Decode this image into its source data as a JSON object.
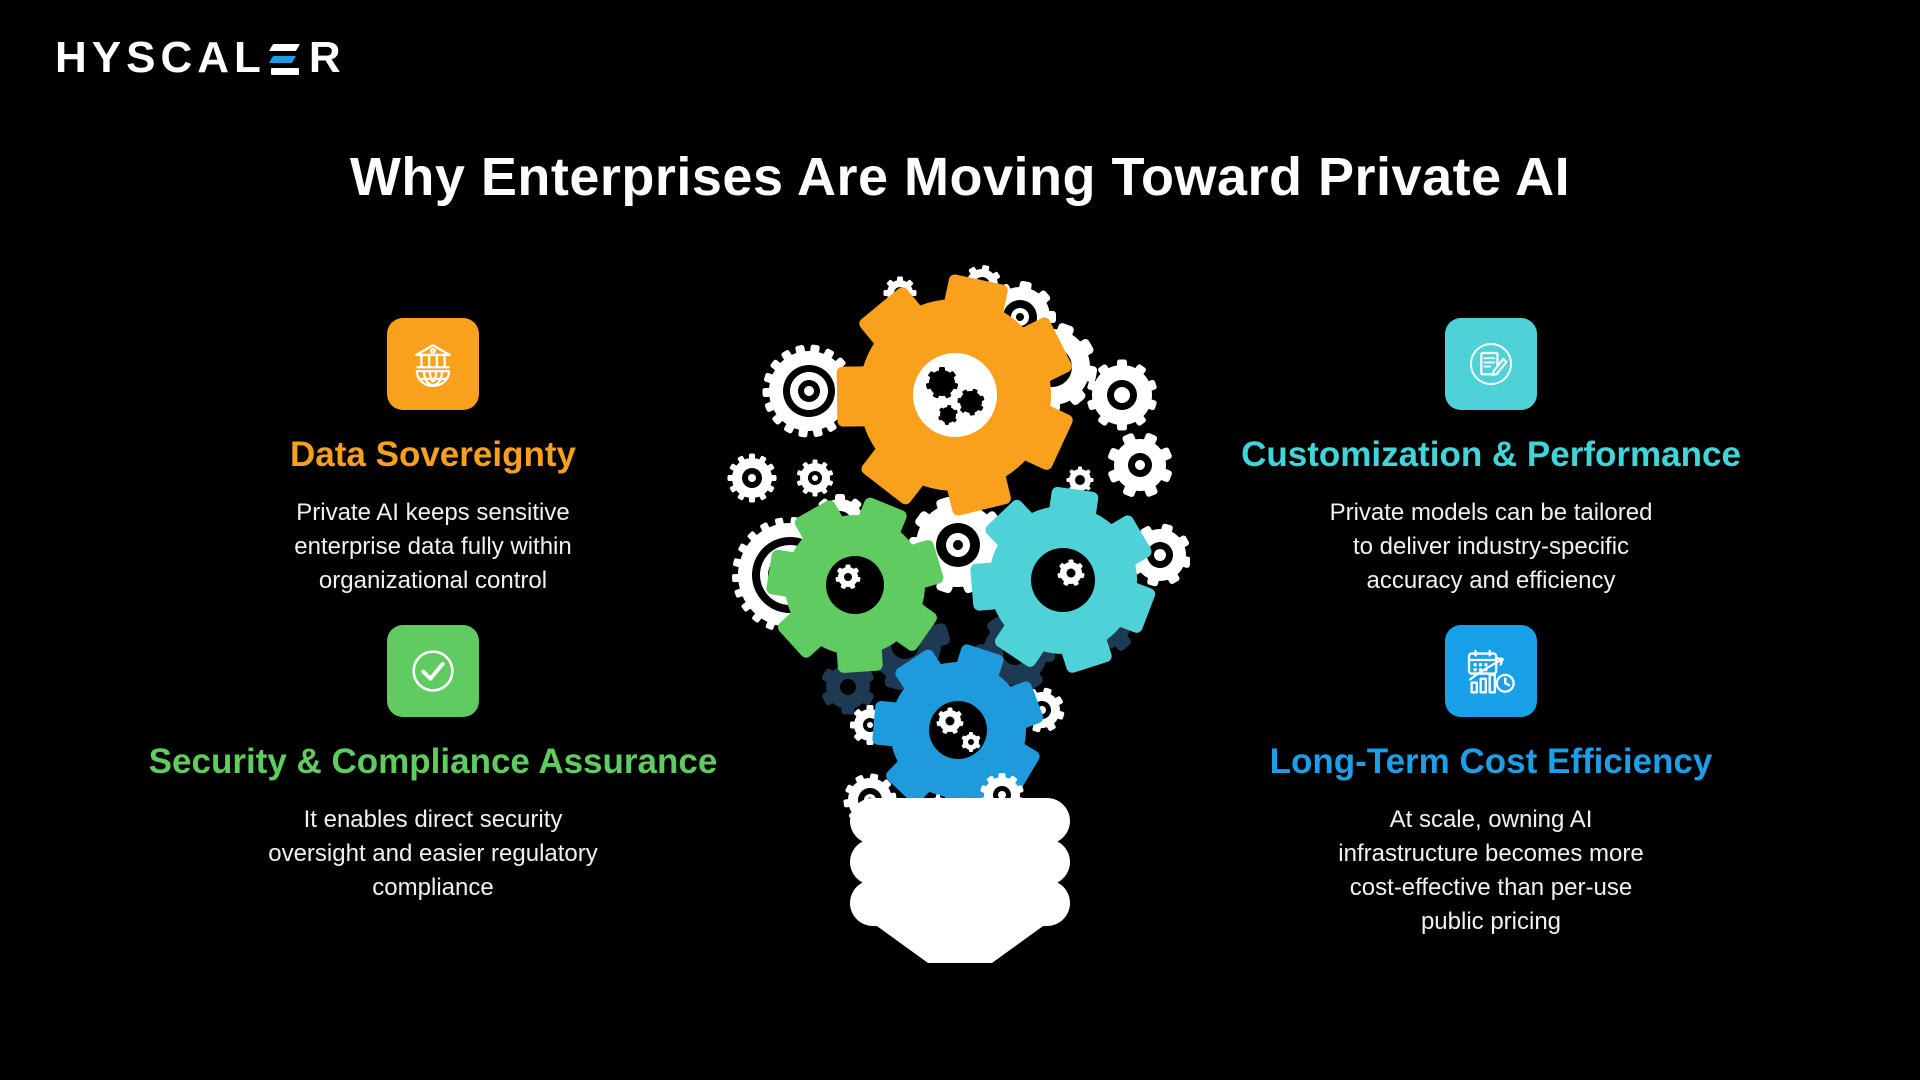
{
  "brand": {
    "name": "HYSCALER",
    "logo_text_left": "HYSCAL",
    "logo_text_right": "R",
    "logo_accent_color": "#1B9CE5"
  },
  "title": "Why Enterprises Are Moving Toward Private AI",
  "cards": [
    {
      "heading": "Data Sovereignty",
      "body": "Private AI keeps sensitive\nenterprise data fully within\norganizational control",
      "accent": "#F9A11C",
      "icon": "bank-globe-icon"
    },
    {
      "heading": "Security & Compliance Assurance",
      "body": "It enables direct security\noversight and easier regulatory\ncompliance",
      "accent": "#5ECC5E",
      "icon": "check-circle-icon"
    },
    {
      "heading": "Customization & Performance",
      "body": "Private models can be tailored\nto deliver industry-specific\naccuracy and efficiency",
      "accent": "#40D6D9",
      "icon": "document-edit-icon"
    },
    {
      "heading": "Long-Term Cost Efficiency",
      "body": "At scale, owning AI\ninfrastructure becomes more\ncost-effective than per-use\npublic pricing",
      "accent": "#1C9FE8",
      "icon": "calendar-chart-clock-icon"
    }
  ],
  "illustration": {
    "name": "lightbulb-of-gears",
    "colors": {
      "orange": "#F9A11C",
      "green": "#5FCB60",
      "cyan": "#4ED2D8",
      "blue": "#1E9BDC",
      "navy": "#1E3A52",
      "white": "#FFFFFF"
    }
  }
}
